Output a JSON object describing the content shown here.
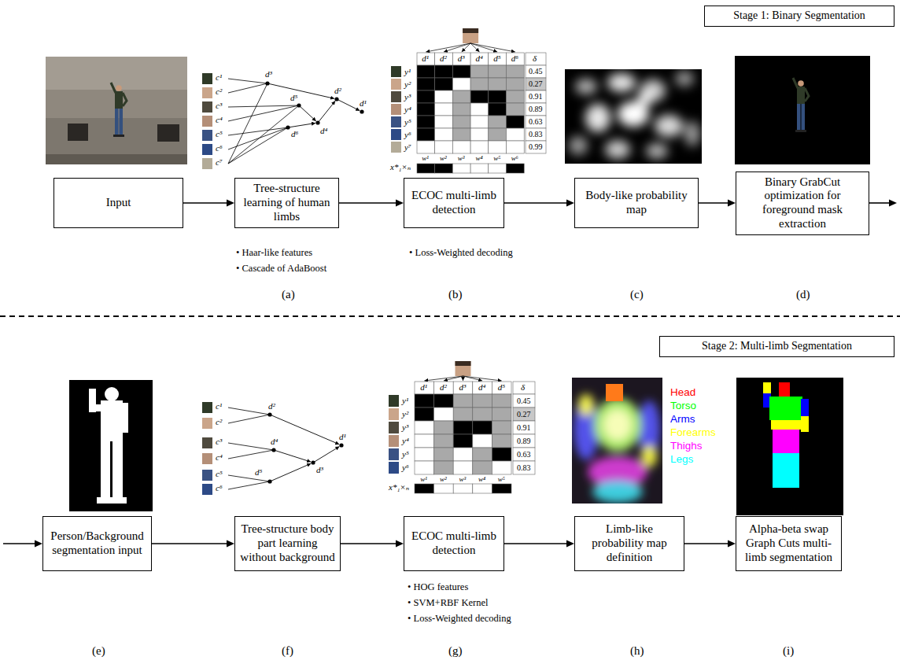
{
  "diagram": {
    "nodes": [
      {
        "text": [
          "Stage 1: Binary Segmentation"
        ]
      },
      {
        "text": [
          "Input"
        ]
      },
      {
        "text": [
          "Tree-structure learning of human limbs"
        ]
      },
      {
        "text": [
          "ECOC multi-limb detection"
        ]
      },
      {
        "text": [
          "Body-like probability map"
        ]
      },
      {
        "text": [
          "Binary GrabCut optimization for foreground mask extraction"
        ]
      },
      {
        "text": [
          "Stage 2: Multi-limb Segmentation"
        ]
      },
      {
        "text": [
          "Person/Background segmentation input"
        ]
      },
      {
        "text": [
          "Tree-structure body part learning without background"
        ]
      },
      {
        "text": [
          "ECOC multi-limb detection"
        ]
      },
      {
        "text": [
          "Limb-like probability map definition"
        ]
      },
      {
        "text": [
          "Alpha-beta swap Graph Cuts multi-limb segmentation"
        ]
      }
    ],
    "edges": [
      {
        "from": 1,
        "to": 2,
        "arrow": "to"
      },
      {
        "from": 2,
        "to": 3,
        "arrow": "to"
      },
      {
        "from": 3,
        "to": 4,
        "arrow": "to"
      },
      {
        "from": 4,
        "to": 5,
        "arrow": "to"
      },
      {
        "from": 5,
        "to": 7,
        "arrow": "to"
      },
      {
        "from": 7,
        "to": 8,
        "arrow": "to"
      },
      {
        "from": 8,
        "to": 9,
        "arrow": "to"
      },
      {
        "from": 9,
        "to": 10,
        "arrow": "to"
      },
      {
        "from": 10,
        "to": 11,
        "arrow": "to"
      }
    ],
    "labels": [
      "c¹",
      "c²",
      "c³",
      "c⁴",
      "c⁵",
      "c⁶",
      "c⁷",
      "d³",
      "d⁵",
      "d⁴",
      "d²",
      "d¹",
      "d⁶",
      "d¹",
      "d²",
      "d³",
      "d⁴",
      "d⁵",
      "d⁶",
      "y¹",
      "y²",
      "y³",
      "y⁴",
      "y⁵",
      "y⁶",
      "y⁷",
      "δ",
      "0.45",
      "0.27",
      "0.91",
      "0.89",
      "0.63",
      "0.83",
      "0.99",
      "w¹",
      "w²",
      "w³",
      "w⁴",
      "w⁵",
      "w⁶",
      "x*₁×ₙ",
      "• Haar-like features",
      "• Cascade of AdaBoost",
      "• Loss-Weighted decoding",
      "(a)",
      "(b)",
      "(c)",
      "(d)",
      "c¹",
      "c²",
      "c³",
      "c⁴",
      "c⁵",
      "c⁶",
      "d²",
      "d⁴",
      "d¹",
      "d³",
      "d⁵",
      "d¹",
      "d²",
      "d³",
      "d⁴",
      "d⁵",
      "y¹",
      "y²",
      "y³",
      "y⁴",
      "y⁵",
      "y⁶",
      "δ",
      "0.45",
      "0.27",
      "0.91",
      "0.89",
      "0.63",
      "0.83",
      "w¹",
      "w²",
      "w³",
      "w⁴",
      "w⁵",
      "x*₁×ₙ",
      "• HOG features",
      "• SVM+RBF Kernel",
      "• Loss-Weighted decoding",
      "(e)",
      "(f)",
      "(g)",
      "(h)",
      "(i)"
    ],
    "legend": [
      {
        "text": "Head",
        "color": "#ff0000"
      },
      {
        "text": "Torso",
        "color": "#00ff00"
      },
      {
        "text": "Arms",
        "color": "#0000ff"
      },
      {
        "text": "Forearms",
        "color": "#ffff00"
      },
      {
        "text": "Thighs",
        "color": "#ff00ff"
      },
      {
        "text": "Legs",
        "color": "#00ffff"
      }
    ]
  }
}
